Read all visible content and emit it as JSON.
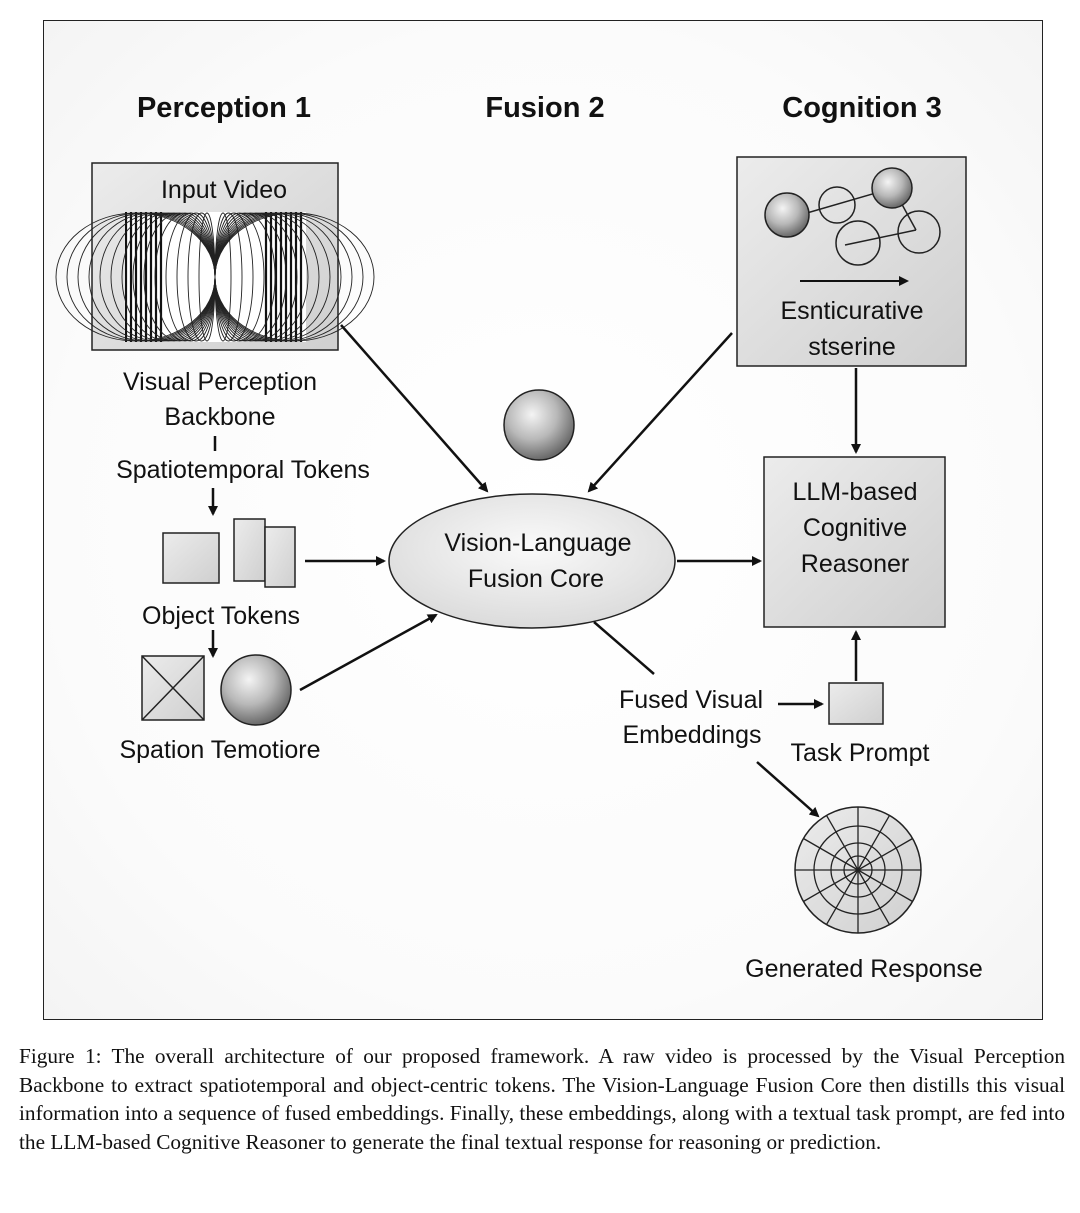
{
  "headers": {
    "perception": "Perception 1",
    "fusion": "Fusion 2",
    "cognition": "Cognition 3"
  },
  "labels": {
    "input_video": "Input Video",
    "backbone_line1": "Visual Perception",
    "backbone_line2": "Backbone",
    "spatiotemporal_tokens": "Spatiotemporal Tokens",
    "object_tokens": "Object Tokens",
    "spation_temotiore": "Spation Temotiore",
    "fusion_line1": "Vision-Language",
    "fusion_line2": "Fusion Core",
    "esnticurative_line1": "Esnticurative",
    "esnticurative_line2": "stserine",
    "llm_line1": "LLM-based",
    "llm_line2": "Cognitive",
    "llm_line3": "Reasoner",
    "fused_line1": "Fused Visual",
    "fused_line2": "Embeddings",
    "task_prompt": "Task Prompt",
    "generated_response": "Generated Response"
  },
  "caption": "Figure 1: The overall architecture of our proposed framework. A raw video is processed by the Visual Perception Backbone to extract spatiotemporal and object-centric tokens. The Vision-Language Fusion Core then distills this visual information into a sequence of fused embeddings. Finally, these embeddings, along with a textual task prompt, are fed into the LLM-based Cognitive Reasoner to generate the final textual response for reasoning or prediction."
}
